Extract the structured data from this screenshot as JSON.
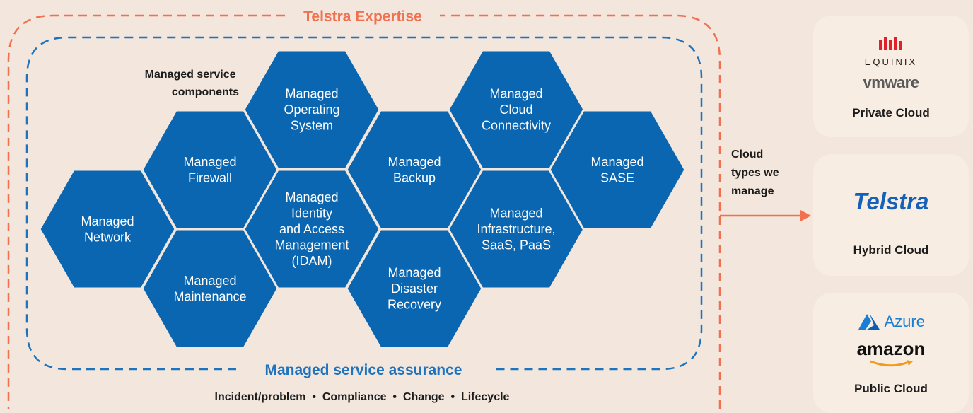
{
  "diagram": {
    "outer_title": "Telstra Expertise",
    "inner_title": "Managed service assurance",
    "components_label": [
      "Managed service",
      "components"
    ],
    "bottom_line": "Incident/problem  •  Compliance  •  Change  •  Lifecycle",
    "arrow_label": [
      "Cloud",
      "types we",
      "manage"
    ],
    "hexagons": [
      {
        "id": "network",
        "lines": [
          "Managed",
          "Network"
        ]
      },
      {
        "id": "firewall",
        "lines": [
          "Managed",
          "Firewall"
        ]
      },
      {
        "id": "maintenance",
        "lines": [
          "Managed",
          "Maintenance"
        ]
      },
      {
        "id": "operating-system",
        "lines": [
          "Managed",
          "Operating",
          "System"
        ]
      },
      {
        "id": "idam",
        "lines": [
          "Managed",
          "Identity",
          "and Access",
          "Management",
          "(IDAM)"
        ]
      },
      {
        "id": "backup",
        "lines": [
          "Managed",
          "Backup"
        ]
      },
      {
        "id": "disaster-recovery",
        "lines": [
          "Managed",
          "Disaster",
          "Recovery"
        ]
      },
      {
        "id": "cloud-connectivity",
        "lines": [
          "Managed",
          "Cloud",
          "Connectivity"
        ]
      },
      {
        "id": "infrastructure",
        "lines": [
          "Managed",
          "Infrastructure,",
          "SaaS, PaaS"
        ]
      },
      {
        "id": "sase",
        "lines": [
          "Managed",
          "SASE"
        ]
      }
    ],
    "colors": {
      "hexagon": "#0a66b0",
      "outer_border": "#f0704f",
      "inner_border": "#1e73be",
      "background": "#f2e6dd",
      "card": "#f8ede3"
    }
  },
  "clouds": {
    "private": {
      "title": "Private Cloud",
      "logos": [
        "EQUINIX",
        "vmware"
      ]
    },
    "hybrid": {
      "title": "Hybrid Cloud",
      "logos": [
        "Telstra"
      ]
    },
    "public": {
      "title": "Public Cloud",
      "logos": [
        "Azure",
        "amazon"
      ]
    }
  }
}
